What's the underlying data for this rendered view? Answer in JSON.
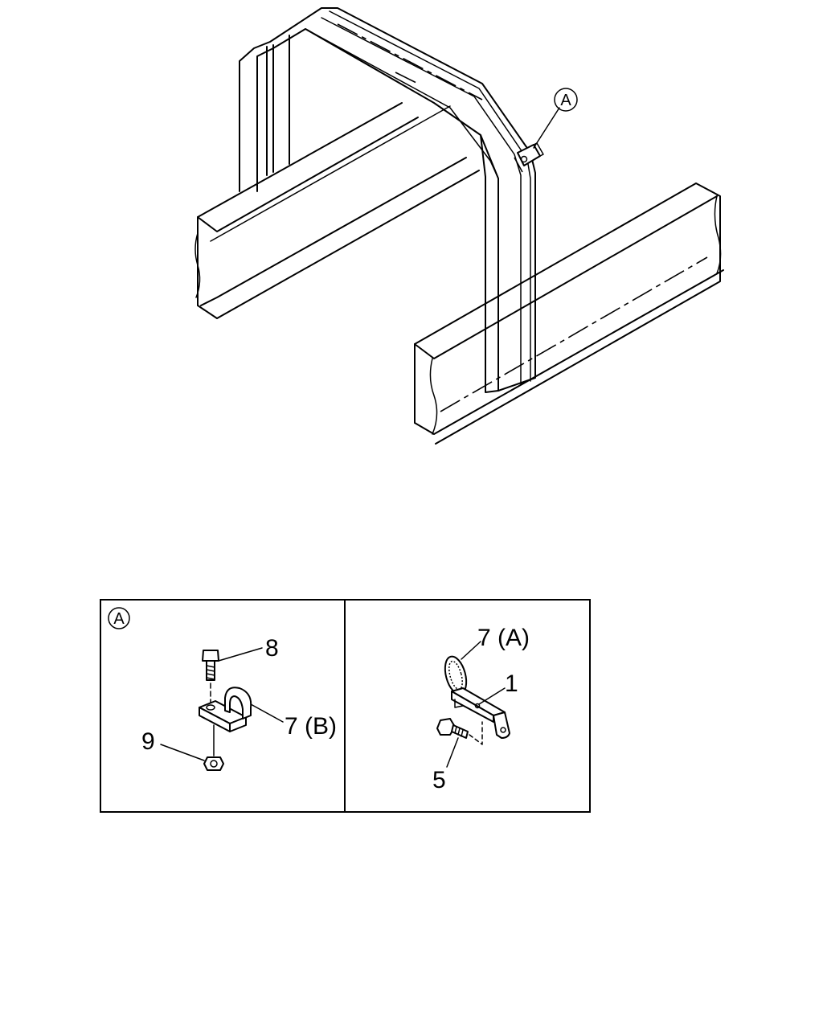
{
  "callouts": {
    "main_view_ref": "A",
    "detail_a_ref": "A",
    "part_8": "8",
    "part_7b": "7 (B)",
    "part_9": "9",
    "part_7a": "7 (A)",
    "part_1": "1",
    "part_5": "5"
  }
}
